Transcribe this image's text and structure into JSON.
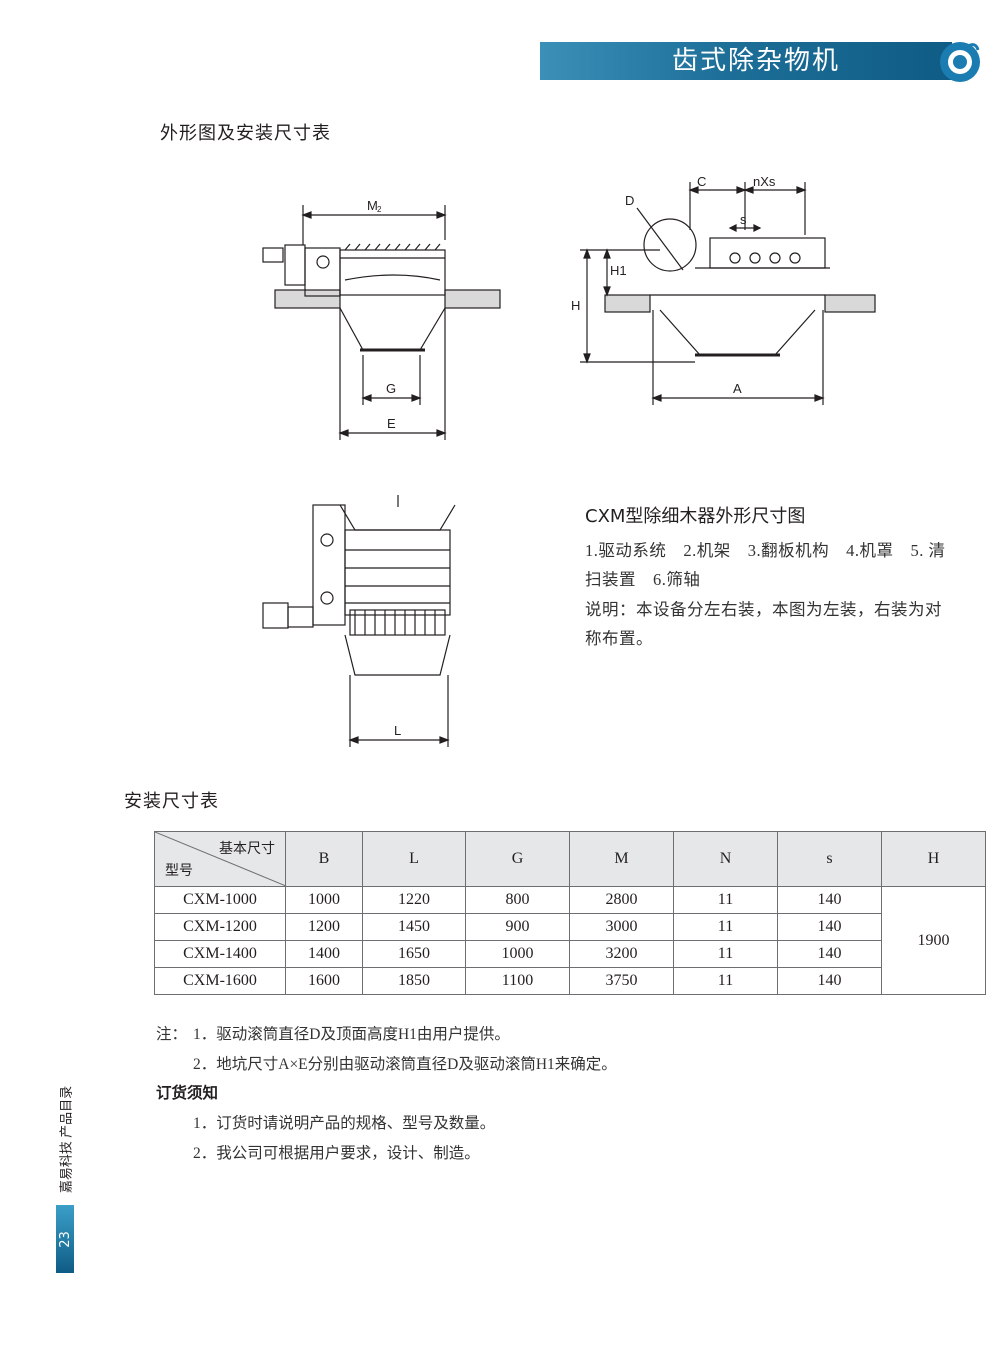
{
  "header": {
    "title": "齿式除杂物机"
  },
  "sections": {
    "drawing_heading": "外形图及安装尺寸表",
    "table_heading": "安装尺寸表"
  },
  "drawing_labels": {
    "m2": "M",
    "m2_sub": "2",
    "g": "G",
    "e": "E",
    "c": "C",
    "nxs": "nXs",
    "s": "s",
    "d": "D",
    "h1": "H1",
    "h": "H",
    "a": "A",
    "l": "L"
  },
  "caption": {
    "title": "CXM型除细木器外形尺寸图",
    "line1": "1.驱动系统　2.机架　3.翻板机构　4.机罩　5. 清",
    "line2": "扫装置　6.筛轴",
    "line3": "说明：本设备分左右装，本图为左装，右装为对",
    "line4": "称布置。"
  },
  "table": {
    "corner_top": "基本尺寸",
    "corner_bottom": "型号",
    "columns": [
      "B",
      "L",
      "G",
      "M",
      "N",
      "s",
      "H"
    ],
    "rows": [
      [
        "CXM-1000",
        "1000",
        "1220",
        "800",
        "2800",
        "11",
        "140"
      ],
      [
        "CXM-1200",
        "1200",
        "1450",
        "900",
        "3000",
        "11",
        "140"
      ],
      [
        "CXM-1400",
        "1400",
        "1650",
        "1000",
        "3200",
        "11",
        "140"
      ],
      [
        "CXM-1600",
        "1600",
        "1850",
        "1100",
        "3750",
        "11",
        "140"
      ]
    ],
    "h_value": "1900"
  },
  "notes": {
    "prefix": "注：",
    "n1": "1．驱动滚筒直径D及顶面高度H1由用户提供。",
    "n2": "2．地坑尺寸A×E分别由驱动滚筒直径D及驱动滚筒H1来确定。"
  },
  "order": {
    "heading": "订货须知",
    "o1": "1．订货时请说明产品的规格、型号及数量。",
    "o2": "2．我公司可根据用户要求，设计、制造。"
  },
  "sidebar": {
    "page_number": "23",
    "text": "嘉易科技 产品目录"
  },
  "colors": {
    "banner_start": "#3b90b8",
    "banner_end": "#0f5c86",
    "table_header_bg": "#e6e7e8"
  }
}
